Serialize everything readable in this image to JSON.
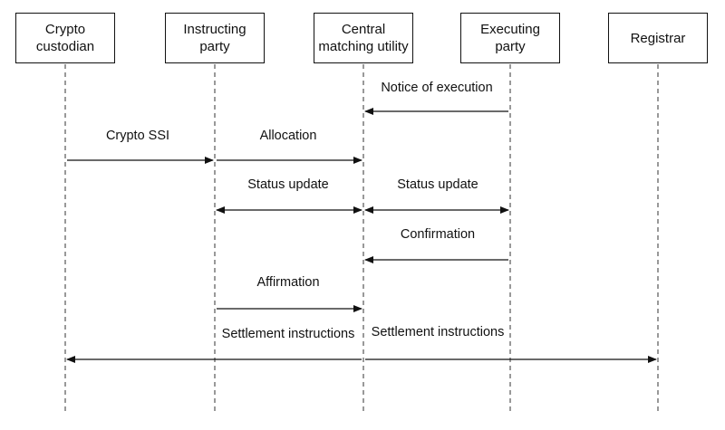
{
  "participants": [
    {
      "id": "custodian",
      "label": "Crypto\ncustodian"
    },
    {
      "id": "instructing",
      "label": "Instructing\nparty"
    },
    {
      "id": "cmu",
      "label": "Central\nmatching utility"
    },
    {
      "id": "executing",
      "label": "Executing\nparty"
    },
    {
      "id": "registrar",
      "label": "Registrar"
    }
  ],
  "messages": [
    {
      "label": "Notice of execution",
      "from": "executing",
      "to": "cmu",
      "bidirectional": false
    },
    {
      "label": "Crypto SSI",
      "from": "custodian",
      "to": "instructing",
      "bidirectional": false
    },
    {
      "label": "Allocation",
      "from": "instructing",
      "to": "cmu",
      "bidirectional": false
    },
    {
      "label": "Status update",
      "from": "instructing",
      "to": "cmu",
      "bidirectional": true
    },
    {
      "label": "Status update",
      "from": "cmu",
      "to": "executing",
      "bidirectional": true
    },
    {
      "label": "Confirmation",
      "from": "executing",
      "to": "cmu",
      "bidirectional": false
    },
    {
      "label": "Affirmation",
      "from": "instructing",
      "to": "cmu",
      "bidirectional": false
    },
    {
      "label": "Settlement instructions",
      "from": "cmu",
      "to": "custodian",
      "bidirectional": false
    },
    {
      "label": "Settlement instructions",
      "from": "cmu",
      "to": "registrar",
      "bidirectional": false
    }
  ]
}
